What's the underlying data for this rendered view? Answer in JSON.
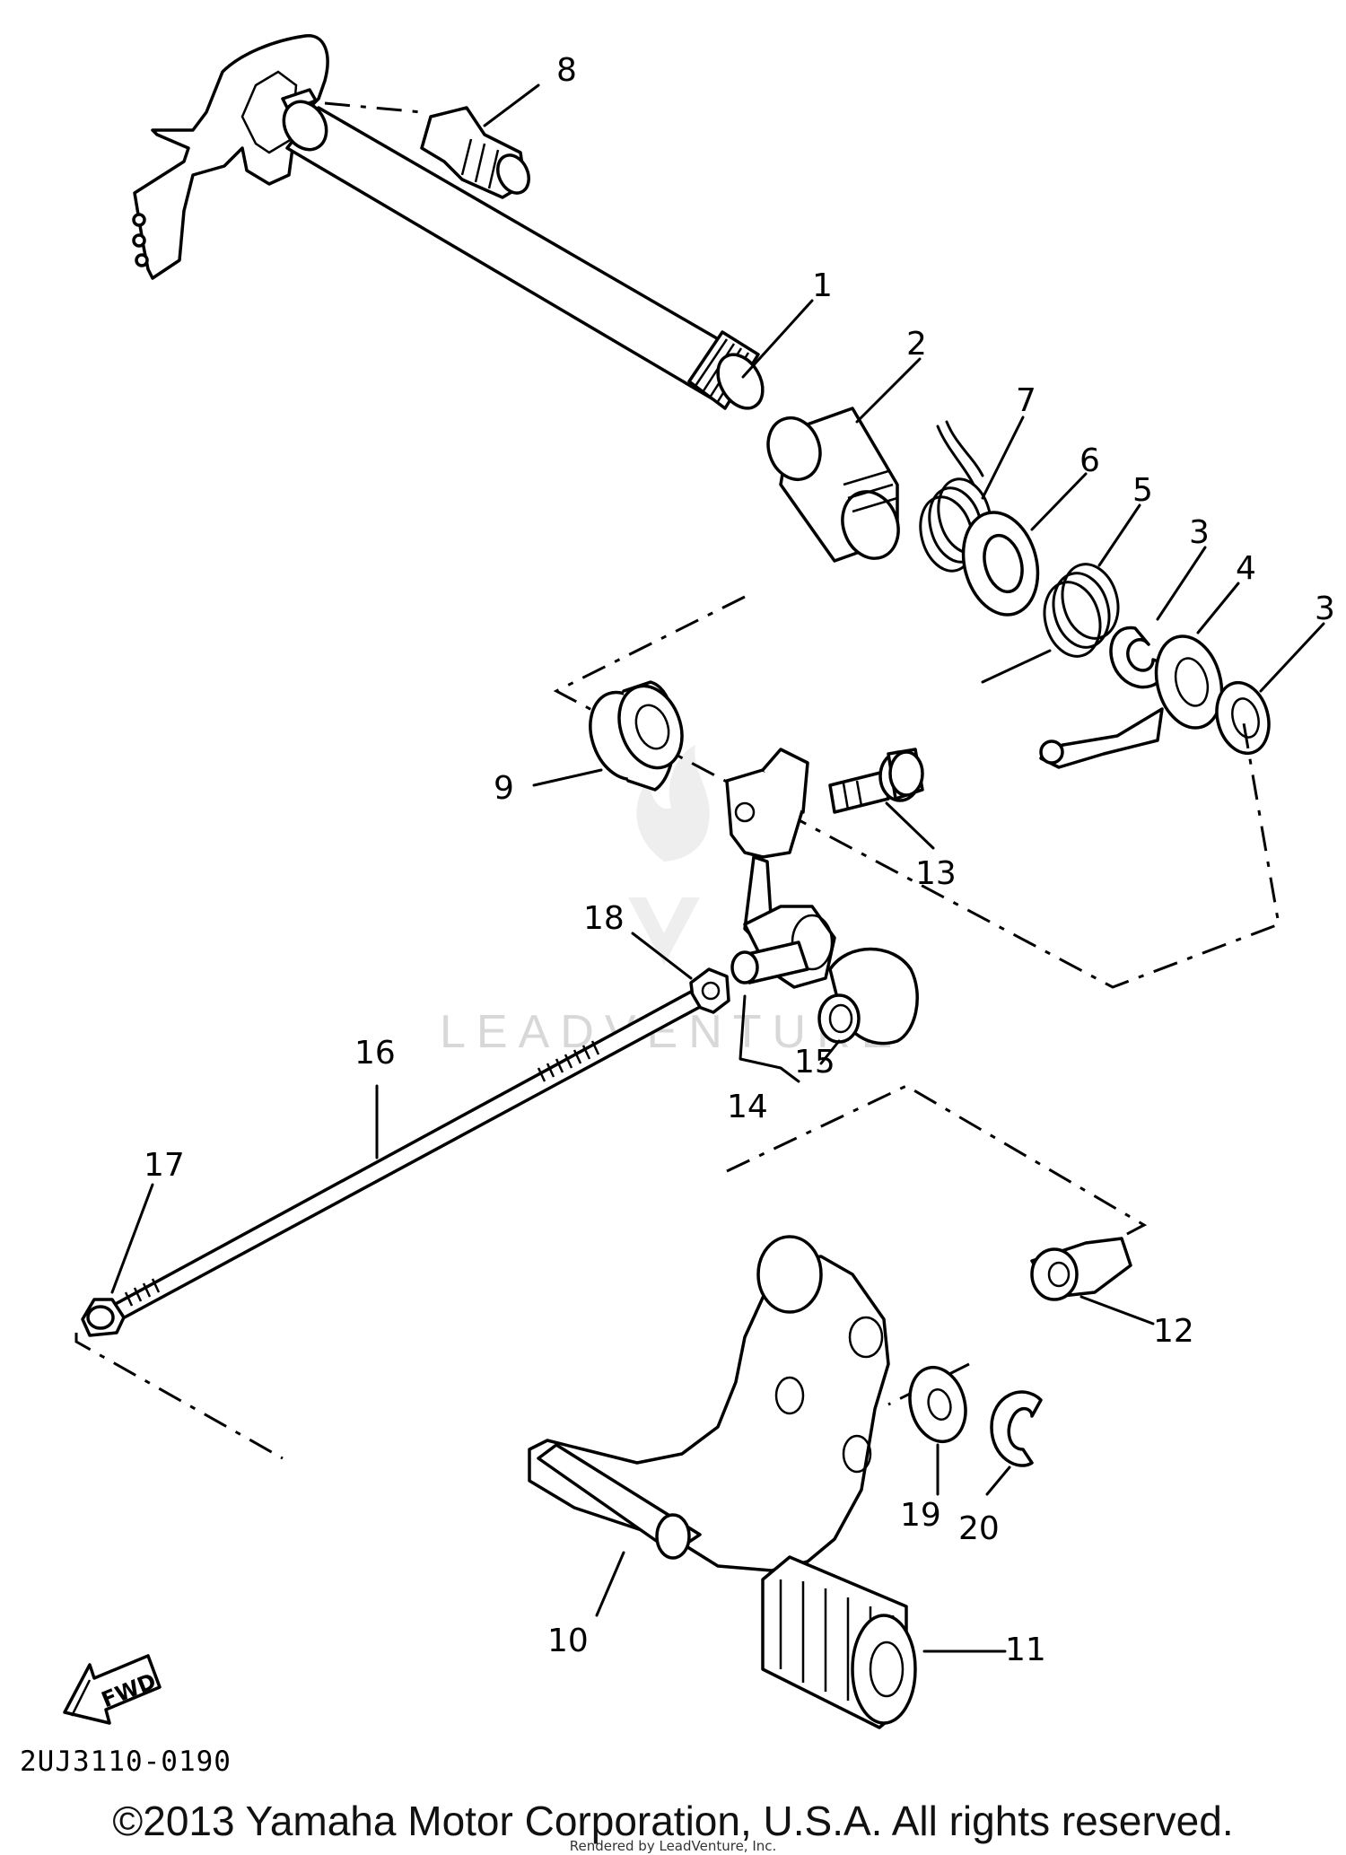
{
  "callouts": [
    "1",
    "2",
    "3",
    "4",
    "5",
    "6",
    "7",
    "8",
    "9",
    "10",
    "11",
    "12",
    "13",
    "14",
    "15",
    "16",
    "17",
    "18",
    "19",
    "20"
  ],
  "callout_3_repeat": "3",
  "fwd_label": "FWD",
  "diagram_code": "2UJ3110-0190",
  "copyright": "©2013 Yamaha Motor Corporation, U.S.A. All rights reserved.",
  "render_credit": "Rendered by LeadVenture, Inc.",
  "watermark": "LEADVENTURE"
}
